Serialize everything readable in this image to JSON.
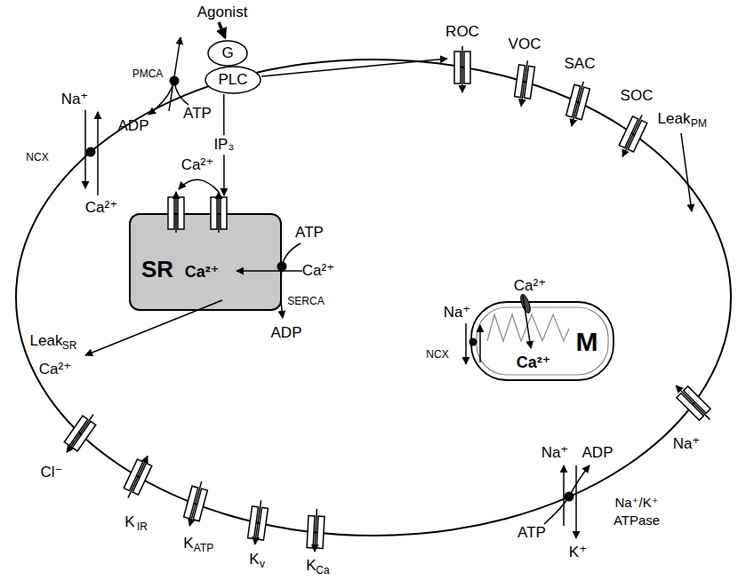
{
  "diagram": {
    "nodes": [
      {
        "text": [
          "G"
        ]
      },
      {
        "text": [
          "PLC"
        ]
      },
      {
        "text": [
          "SR",
          "Ca²⁺"
        ]
      },
      {
        "text": [
          "M",
          "Ca²⁺"
        ]
      }
    ],
    "edges": [
      {
        "from": 1,
        "to": 2,
        "label": "IP₃",
        "arrow": "to"
      }
    ],
    "labels": [
      "Agonist",
      "ROC",
      "VOC",
      "SAC",
      "SOC",
      "Leak",
      "PM",
      "Na⁺",
      "NCX",
      "Ca²⁺",
      "PMCA",
      "ATP",
      "ADP",
      "Ca²⁺",
      "ATP",
      "Ca²⁺",
      "SERCA",
      "ADP",
      "Leak",
      "SR",
      "Ca²⁺",
      "Ca²⁺",
      "Na⁺",
      "NCX",
      "Na⁺",
      "ADP",
      "ATP",
      "K⁺",
      "Na⁺/K⁺",
      "ATPase",
      "Na⁺",
      "Cl⁻",
      "K",
      "IR",
      "K",
      "ATP",
      "K",
      "v",
      "K",
      "Ca"
    ]
  }
}
